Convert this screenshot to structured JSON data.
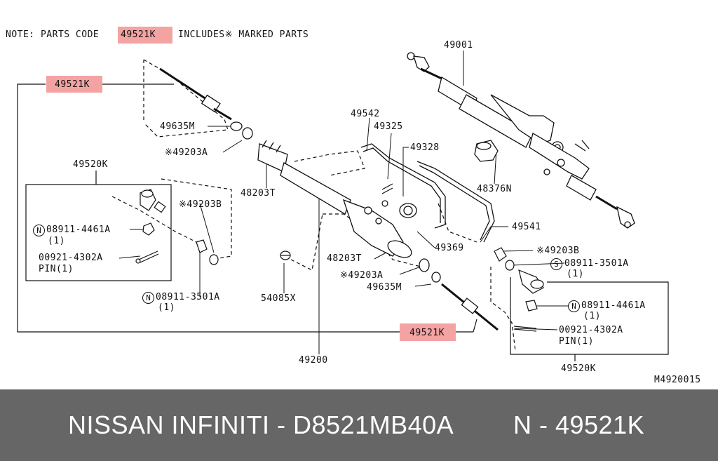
{
  "note": {
    "prefix": "NOTE: PARTS CODE",
    "code": "49521K",
    "suffix": "INCLUDES※ MARKED PARTS"
  },
  "labels": {
    "p49001": "49001",
    "p49521k_top": "49521K",
    "p49635m_top": "49635M",
    "p49203a_top": "※49203A",
    "p48203t_top": "48203T",
    "p49520k_left": "49520K",
    "p49203b_left": "※49203B",
    "p08911_4461a_left": "08911-4461A",
    "p08911_4461a_left_qty": "(1)",
    "p00921_left": "00921-4302A",
    "p00921_left_pin": "PIN(1)",
    "p08911_3501a_left": "08911-3501A",
    "p08911_3501a_left_qty": "(1)",
    "p49542": "49542",
    "p49325": "49325",
    "p49328": "49328",
    "p48376n": "48376N",
    "p49541": "49541",
    "p49369": "49369",
    "p48203t_mid": "48203T",
    "p49203a_mid": "※49203A",
    "p49635m_mid": "49635M",
    "p54085x": "54085X",
    "p49203b_right": "※49203B",
    "p08911_3501a_right": "08911-3501A",
    "p08911_3501a_right_qty": "(1)",
    "p08911_4461a_right": "08911-4461A",
    "p08911_4461a_right_qty": "(1)",
    "p00921_right": "00921-4302A",
    "p00921_right_pin": "PIN(1)",
    "p49521k_bottom": "49521K",
    "p49200": "49200",
    "p49520k_right": "49520K",
    "ref_code": "M4920015",
    "circle_n": "N",
    "circle_s": "S"
  },
  "footer": {
    "left": "NISSAN  INFINITI - D8521MB40A",
    "right": "N - 49521K"
  },
  "colors": {
    "highlight": "#f4a3a3",
    "footer_bg": "#666666",
    "footer_text": "#ffffff"
  }
}
